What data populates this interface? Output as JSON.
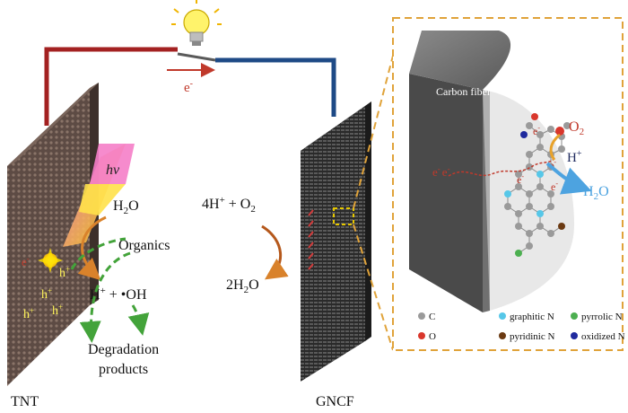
{
  "labels": {
    "electron_flow": "e",
    "electron_sup": "-",
    "tnt": "TNT",
    "gncf": "GNCF",
    "hv": "hv",
    "h2o_left": "H",
    "h2o_left_sub": "2",
    "h2o_left_tail": "O",
    "organics": "Organics",
    "hole": "h",
    "hole_sup": "+",
    "hplus_oh": "H",
    "hplus_oh_tail": " + •OH",
    "degradation_1": "Degradation",
    "degradation_2": "products",
    "reaction_top_a": "4H",
    "reaction_top_b": " + O",
    "reaction_top_sub": "2",
    "reaction_bottom_a": "2H",
    "reaction_bottom_sub": "2",
    "reaction_bottom_b": "O",
    "carbon_fiber": "Carbon fiber",
    "inset_o2": "O",
    "inset_o2_sub": "2",
    "inset_hplus": "H",
    "inset_h2o": "H",
    "inset_h2o_sub": "2",
    "inset_h2o_tail": "O",
    "inset_e": "e",
    "inset_e_sup": "-"
  },
  "legend": [
    {
      "label": "C",
      "color": "#9a9a9a"
    },
    {
      "label": "graphitic N",
      "color": "#56c7e8"
    },
    {
      "label": "pyrrolic N",
      "color": "#4caf50"
    },
    {
      "label": "O",
      "color": "#d9372c"
    },
    {
      "label": "pyridinic N",
      "color": "#6b3a12"
    },
    {
      "label": "oxidized N",
      "color": "#1f2a9e"
    }
  ],
  "colors": {
    "wire_left": "#a32121",
    "wire_right": "#1e4a86",
    "tnt_plate": "#5b4a42",
    "gncf_plate": "#2b2b2b",
    "arrow_green": "#43a33a",
    "arrow_orange": "#d9822b",
    "inset_border": "#e0a33a"
  }
}
